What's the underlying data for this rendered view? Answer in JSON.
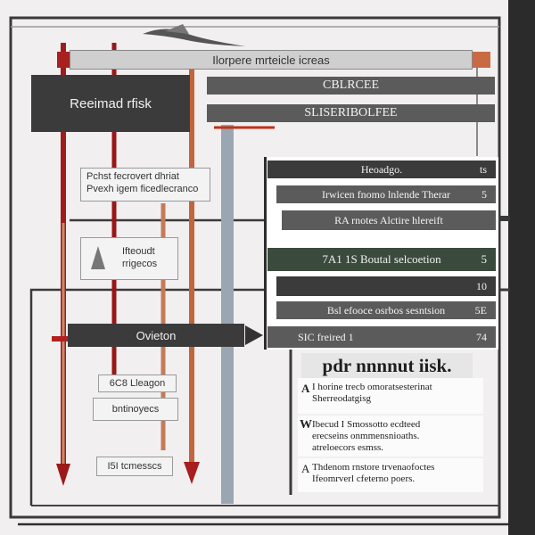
{
  "top_bar": "Ilorpere mrteicle icreas",
  "left_header": "Reeimad rfisk",
  "bars_right_top": [
    "CBLRCEE",
    "SLISERIBOLFEE"
  ],
  "left_notes": [
    {
      "line1": "Pchst fecrovert dhriat",
      "line2": "Pvexh igem ficedlecranco"
    },
    {
      "line1": "Ifteoudt",
      "line2": "rrigecos"
    }
  ],
  "table_rows": [
    {
      "label": "Heoadgo.",
      "num": "ts"
    },
    {
      "label": "Irwicen fnomo lnlende Therar",
      "num": "5"
    },
    {
      "label": "RA rnotes Alctire hlereift",
      "num": ""
    },
    {
      "label": "7A1 1S Boutal selcoetion",
      "num": "5"
    },
    {
      "label": "",
      "num": "10"
    },
    {
      "label": "Bsl efooce osrbos sesntsion",
      "num": "5E"
    },
    {
      "label": "SIC freired 1",
      "num": "74"
    }
  ],
  "center_bar": "Ovieton",
  "section_title": "pdr nnnnut iisk.",
  "bullets": [
    {
      "marker": "A",
      "text": [
        "I horine trecb omoratsesterinat",
        "Sherreodatgisg"
      ]
    },
    {
      "marker": "W",
      "text": [
        "Ibecud I Smossotto ecdteed",
        "erecseins onmmensnioaths.",
        "atreloecors esmss."
      ]
    },
    {
      "marker": "A",
      "text": [
        "Thdenom rnstore trvenaofoctes",
        "Ifeomrverl cfeterno poers."
      ]
    }
  ],
  "bottom_left_notes": [
    "6C8 Lleagon",
    "bntinoyecs"
  ],
  "bottom_label": "I5I tcmesscs"
}
